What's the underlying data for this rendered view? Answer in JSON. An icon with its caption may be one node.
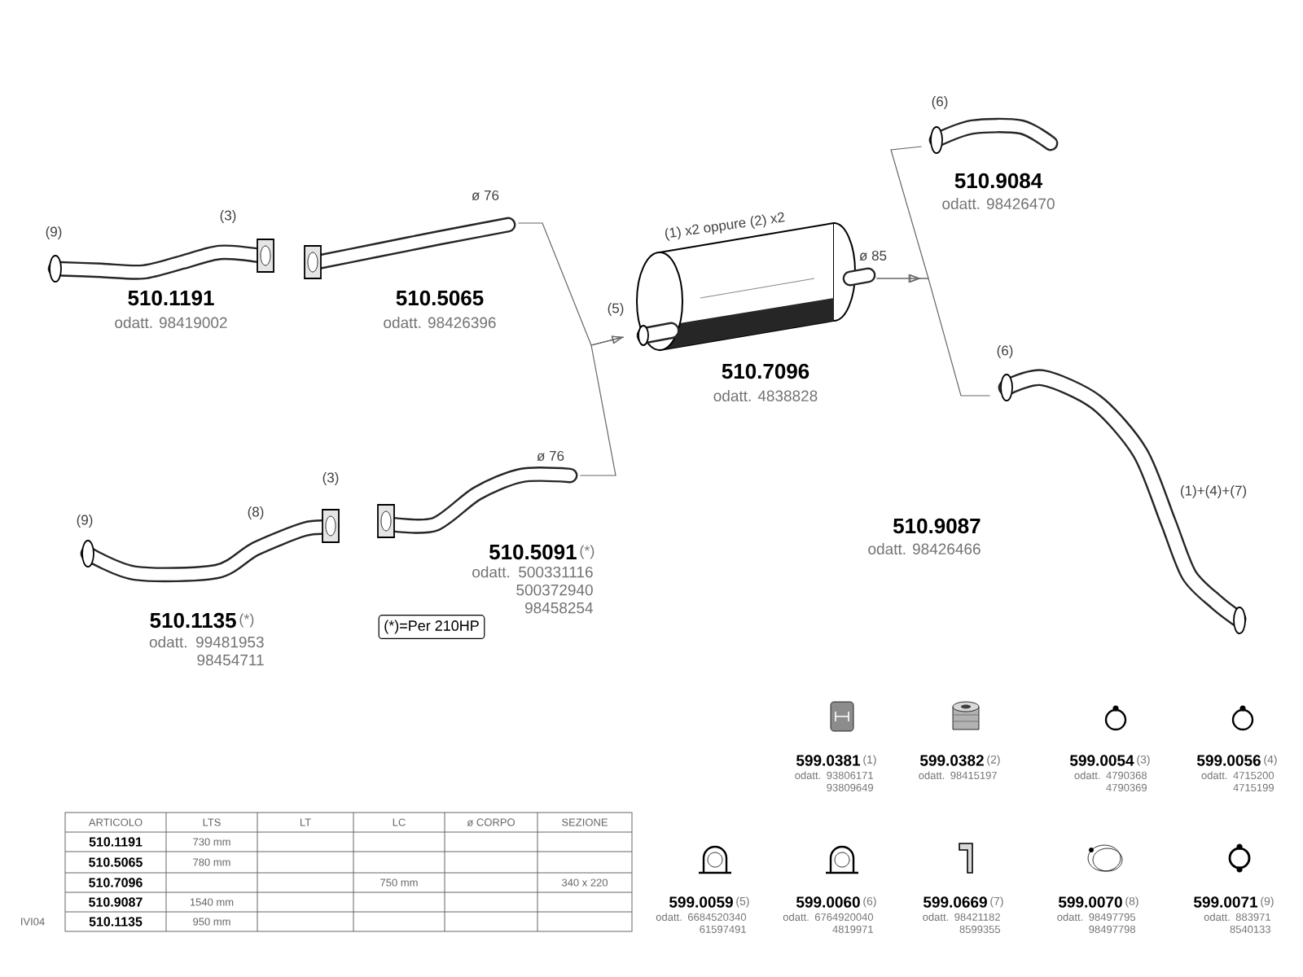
{
  "diagram": {
    "nodes": [
      {
        "text": [],
        "shape": "picture",
        "beside": [
          "510.1191",
          "odatt. 98419002"
        ]
      },
      {
        "text": [],
        "shape": "picture",
        "beside": [
          "510.5065",
          "odatt. 98426396"
        ]
      },
      {
        "text": [],
        "shape": "picture",
        "beside": [
          "510.1135",
          "(*)",
          "odatt. 99481953 98454711"
        ]
      },
      {
        "text": [],
        "shape": "picture",
        "beside": [
          "510.5091",
          "(*)",
          "odatt. 500331116 500372940 98458254"
        ]
      },
      {
        "text": [
          "(*)=Per 210HP"
        ]
      },
      {
        "text": [],
        "shape": "picture",
        "beside": [
          "510.7096",
          "odatt. 4838828"
        ]
      },
      {
        "text": [],
        "shape": "picture",
        "beside": [
          "510.9084",
          "odatt. 98426470"
        ]
      },
      {
        "text": [],
        "shape": "picture",
        "beside": [
          "510.9087",
          "odatt. 98426466"
        ]
      },
      {
        "text": [],
        "shape": "picture",
        "beside": [
          "599.0381",
          "(1)",
          "odatt. 93806171 93809649"
        ]
      },
      {
        "text": [],
        "shape": "picture",
        "beside": [
          "599.0382",
          "(2)",
          "odatt. 98415197"
        ]
      },
      {
        "text": [],
        "shape": "circle",
        "beside": [
          "599.0054",
          "(3)",
          "odatt. 4790368 4790369"
        ]
      },
      {
        "text": [],
        "shape": "circle",
        "beside": [
          "599.0056",
          "(4)",
          "odatt. 4715200 4715199"
        ]
      },
      {
        "text": [],
        "shape": "picture",
        "beside": [
          "599.0059",
          "(5)",
          "odatt. 6684520340 61597491"
        ]
      },
      {
        "text": [],
        "shape": "picture",
        "beside": [
          "599.0060",
          "(6)",
          "odatt. 6764920040 4819971"
        ]
      },
      {
        "text": [],
        "shape": "picture",
        "beside": [
          "599.0669",
          "(7)",
          "odatt. 98421182 8599355"
        ]
      },
      {
        "text": [],
        "shape": "picture",
        "beside": [
          "599.0070",
          "(8)",
          "odatt. 98497795 98497798"
        ]
      },
      {
        "text": [],
        "shape": "circle",
        "beside": [
          "599.0071",
          "(9)",
          "odatt. 883971 8540133"
        ]
      }
    ],
    "edges": [
      {
        "from": 1,
        "to": 5,
        "arrow": "to"
      },
      {
        "from": 3,
        "to": 5,
        "arrow": "to"
      },
      {
        "from": 5,
        "to": 6,
        "arrow": "to"
      },
      {
        "from": 5,
        "to": 7,
        "arrow": "to"
      }
    ],
    "labels": [
      "(6)",
      "(9)",
      "(3)",
      "ø 76",
      "(1) x2 oppure (2) x2",
      "ø 85",
      "(5)",
      "(6)",
      "(3)",
      "ø 76",
      "(1)+(4)+(7)",
      "(9)",
      "(8)",
      "ARTICOLO",
      "LTS",
      "LT",
      "LC",
      "ø CORPO",
      "SEZIONE",
      "510.1191",
      "730 mm",
      "510.5065",
      "780 mm",
      "510.7096",
      "750 mm",
      "340 x 220",
      "510.9087",
      "1540 mm",
      "IVI04",
      "510.1135",
      "950 mm"
    ]
  }
}
